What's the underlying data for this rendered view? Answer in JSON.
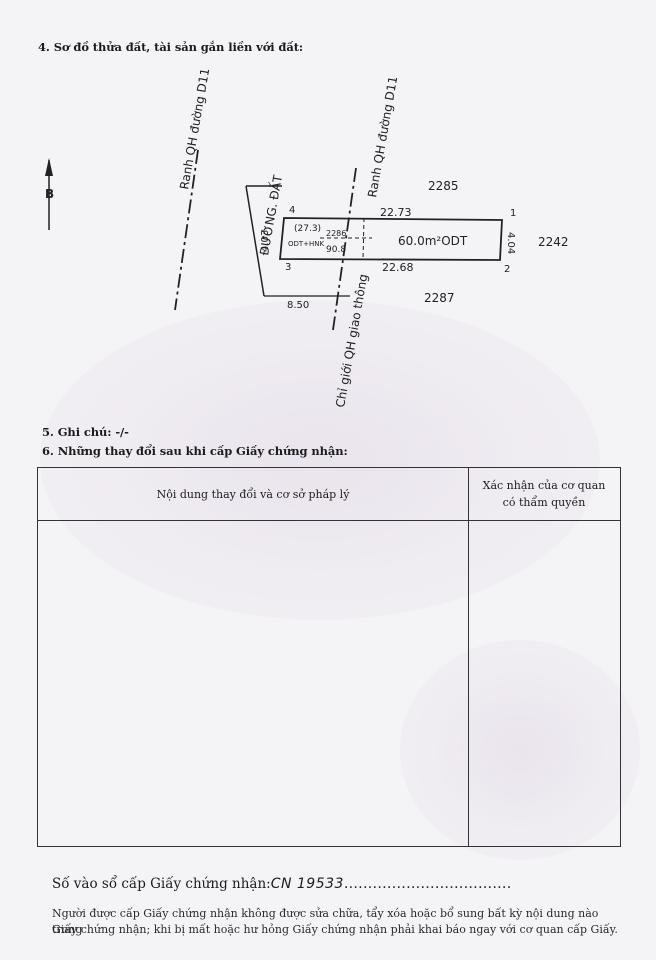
{
  "section4": {
    "title": "4. Sơ đồ thửa đất, tài sản gắn liền với đất:"
  },
  "sketch": {
    "north_label": "B",
    "road_label": "ĐƯỜNG. ĐẤT",
    "label_ranh_left": "Ranh QH đường D11",
    "label_ranh_right": "Ranh QH đường D11",
    "label_chigioi": "Chỉ giới QH giao thông",
    "neighbor_top": "2285",
    "neighbor_right": "2242",
    "neighbor_bottom": "2287",
    "dim_top": "22.73",
    "dim_bottom": "22.68",
    "dim_right": "4.04",
    "dim_left": "4.03",
    "dim_street": "8.50",
    "corner_1": "1",
    "corner_2": "2",
    "corner_3": "3",
    "corner_4": "4",
    "parcel_area_label": "60.0m²ODT",
    "sub_area_a": "(27.3)",
    "sub_area_b": "ODT+HNK",
    "sub_parcel": "2286",
    "sub_area_c": "90.8"
  },
  "section5": {
    "title": "5. Ghi chú: -/-"
  },
  "section6": {
    "title": "6. Những thay đổi sau khi cấp Giấy chứng nhận:"
  },
  "table": {
    "col1_header": "Nội dung thay đổi và cơ sở pháp lý",
    "col2_header_line1": "Xác nhận của cơ quan",
    "col2_header_line2": "có thẩm quyền"
  },
  "registry": {
    "label": "Số vào sổ cấp Giấy chứng nhận:",
    "handwritten_number": "CN 19533",
    "dots": "..................................."
  },
  "notice": {
    "line1": "Người được cấp Giấy chứng nhận không được sửa chữa, tẩy xóa hoặc bổ sung bất kỳ nội dung nào trong",
    "line2": "Giấy chứng nhận; khi bị mất hoặc hư hỏng Giấy chứng nhận phải khai báo ngay với cơ quan cấp Giấy."
  }
}
